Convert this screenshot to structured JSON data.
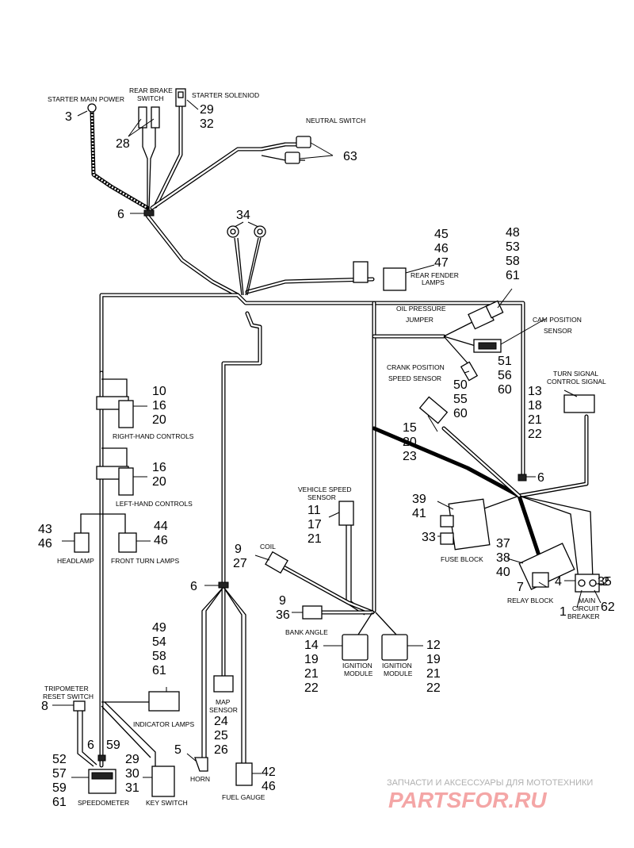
{
  "components": {
    "starter_main_power": {
      "label": "STARTER MAIN POWER",
      "refs": [
        "3"
      ]
    },
    "rear_brake_switch": {
      "label_line1": "REAR BRAKE",
      "label_line2": "SWITCH",
      "refs": [
        "28"
      ]
    },
    "starter_solenoid": {
      "label": "STARTER SOLENIOD",
      "refs": [
        "29",
        "32"
      ]
    },
    "neutral_switch": {
      "label": "NEUTRAL SWITCH",
      "refs": [
        "63"
      ]
    },
    "ground_top": {
      "refs": [
        "34"
      ]
    },
    "clamp_top": {
      "refs": [
        "6"
      ]
    },
    "rear_fender_lamps": {
      "label_line1": "REAR FENDER",
      "label_line2": "LAMPS",
      "refs": [
        "45",
        "46",
        "47"
      ]
    },
    "oil_pressure_jumper": {
      "label_line1": "OIL PRESSURE",
      "label_line2": "JUMPER",
      "refs": [
        "48",
        "53",
        "58",
        "61"
      ]
    },
    "cam_position_sensor": {
      "label_line1": "CAM POSITION",
      "label_line2": "SENSOR",
      "refs": [
        "51",
        "56",
        "60"
      ]
    },
    "crank_position_sensor": {
      "label_line1": "CRANK POSITION",
      "label_line2": "SPEED SENSOR",
      "refs": [
        "50",
        "55",
        "60"
      ]
    },
    "turn_signal_control": {
      "label_line1": "TURN SIGNAL",
      "label_line2": "CONTROL SIGNAL",
      "refs": [
        "13",
        "18",
        "21",
        "22"
      ]
    },
    "right_hand_controls": {
      "label": "RIGHT-HAND CONTROLS",
      "refs": [
        "10",
        "16",
        "20"
      ]
    },
    "left_hand_controls": {
      "label": "LEFT-HAND CONTROLS",
      "refs": [
        "16",
        "20"
      ]
    },
    "crank_connector": {
      "refs": [
        "15",
        "20",
        "23"
      ]
    },
    "clamp_right": {
      "refs": [
        "6"
      ]
    },
    "headlamp": {
      "label": "HEADLAMP",
      "refs": [
        "43",
        "46"
      ]
    },
    "front_turn_lamps": {
      "label": "FRONT TURN LAMPS",
      "refs": [
        "44",
        "46"
      ]
    },
    "fuse_block": {
      "label": "FUSE BLOCK",
      "refs": [
        "39",
        "41",
        "33"
      ]
    },
    "vehicle_speed_sensor": {
      "label_line1": "VEHICLE SPEED",
      "label_line2": "SENSOR",
      "refs": [
        "11",
        "17",
        "21"
      ]
    },
    "coil": {
      "label": "COIL",
      "refs": [
        "9",
        "27"
      ]
    },
    "relay_block": {
      "label": "RELAY BLOCK",
      "refs": [
        "37",
        "38",
        "40",
        "7"
      ]
    },
    "main_circuit_breaker": {
      "label_line1": "MAIN",
      "label_line2": "CIRCUIT",
      "label_line3": "BREAKER",
      "refs": [
        "35",
        "4",
        "2",
        "1",
        "62"
      ]
    },
    "clamp_mid": {
      "refs": [
        "6"
      ]
    },
    "bank_angle": {
      "label": "BANK ANGLE",
      "refs": [
        "9",
        "36"
      ]
    },
    "ignition_module_left": {
      "label_line1": "IGNITION",
      "label_line2": "MODULE",
      "refs": [
        "14",
        "19",
        "21",
        "22"
      ]
    },
    "ignition_module_right": {
      "label_line1": "IGNITION",
      "label_line2": "MODULE",
      "refs": [
        "12",
        "19",
        "21",
        "22"
      ]
    },
    "indicator_lamps": {
      "label": "INDICATOR LAMPS",
      "refs": [
        "49",
        "54",
        "58",
        "61"
      ]
    },
    "tripometer_reset_switch": {
      "label_line1": "TRIPOMETER",
      "label_line2": "RESET SWITCH",
      "refs": [
        "8"
      ]
    },
    "map_sensor": {
      "label_line1": "MAP",
      "label_line2": "SENSOR",
      "refs": [
        "24",
        "25",
        "26"
      ]
    },
    "speedometer": {
      "label": "SPEEDOMETER",
      "refs": [
        "52",
        "57",
        "59",
        "61",
        "6",
        "59"
      ]
    },
    "key_switch": {
      "label": "KEY SWITCH",
      "refs": [
        "29",
        "30",
        "31"
      ]
    },
    "horn": {
      "label": "HORN",
      "refs": [
        "5"
      ]
    },
    "fuel_gauge": {
      "label": "FUEL GAUGE",
      "refs": [
        "42",
        "46"
      ]
    }
  },
  "watermark": {
    "line1": "ЗАПЧАСТИ И АКСЕССУАРЫ ДЛЯ МОТОТЕХНИКИ",
    "line2": "PARTSFOR.RU"
  },
  "colors": {
    "line": "#000000",
    "watermark_red": "#f4a6a6",
    "watermark_gray": "#b0b0b0"
  }
}
